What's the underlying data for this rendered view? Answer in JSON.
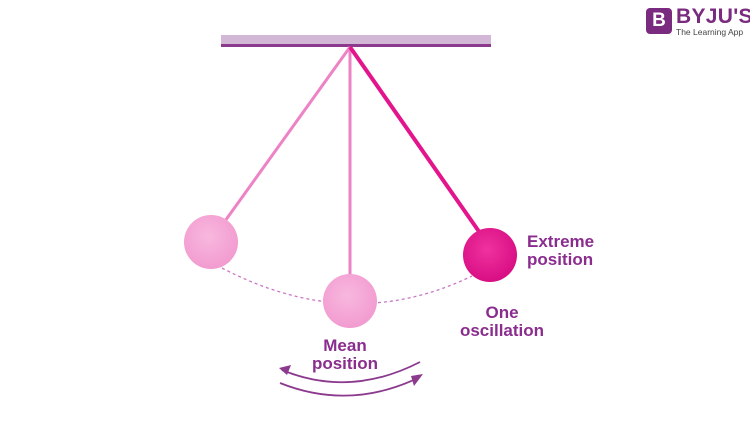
{
  "labels": {
    "extreme": "Extreme\nposition",
    "mean": "Mean\nposition",
    "oscillation": "One\noscillation"
  },
  "logo": {
    "mark": "B",
    "name": "BYJU'S",
    "tagline": "The Learning App"
  },
  "colors": {
    "support_light": "#d2b7d6",
    "support_dark": "#8c3a8e",
    "string_light": "#ee82c6",
    "string_dark": "#e3148c",
    "bob_light": "#f5a6d6",
    "bob_dark": "#e3148c",
    "label": "#8a2d8e",
    "arrows": "#8c3a8e",
    "path": "#c977c5",
    "logo": "#7b2b7f"
  }
}
